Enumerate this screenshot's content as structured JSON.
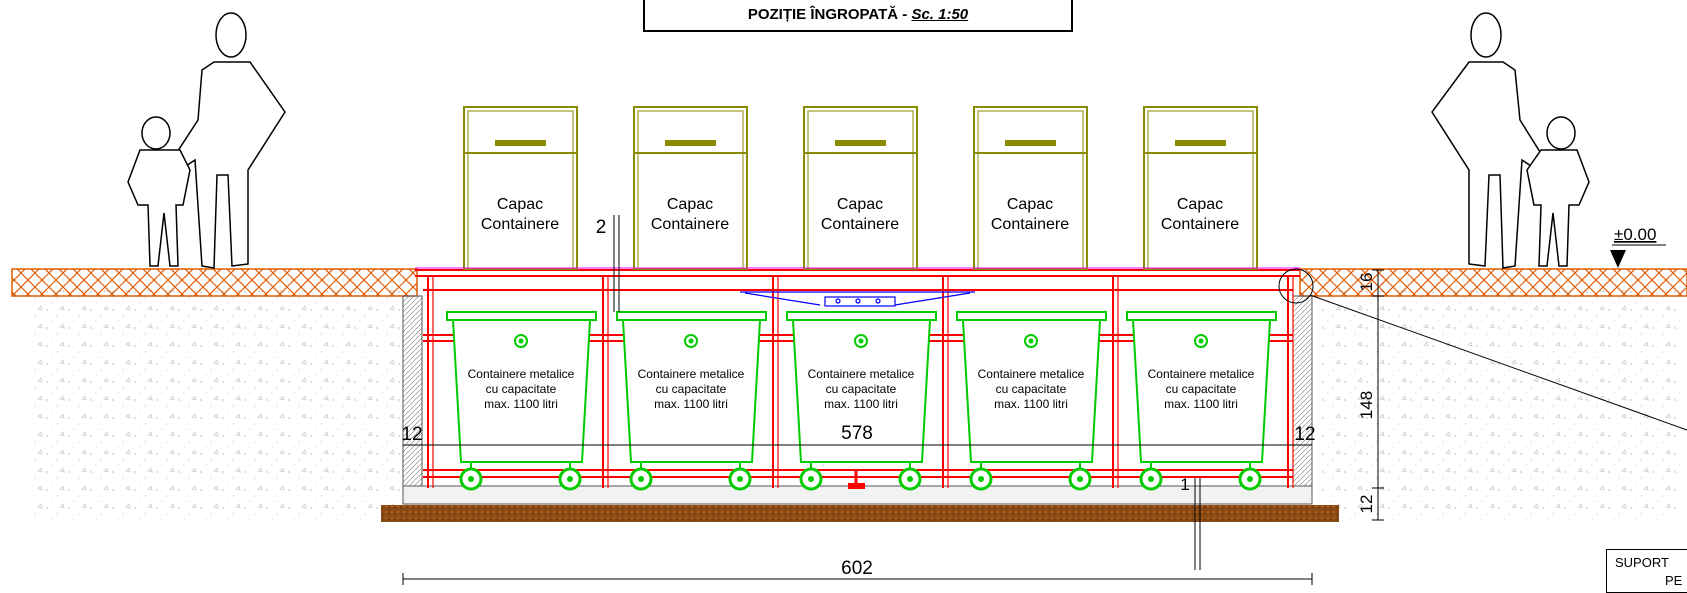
{
  "title": {
    "main": "POZIȚIE ÎNGROPATĂ - ",
    "scale": "Sc. 1:50"
  },
  "lids": {
    "label_line1": "Capac",
    "label_line2": "Containere",
    "count": 5
  },
  "containers": {
    "label_line1": "Containere metalice",
    "label_line2": "cu capacitate",
    "label_line3": "max. 1100 litri",
    "count": 5
  },
  "dimensions": {
    "lid_offset": "2",
    "wall_left": "12",
    "wall_right": "12",
    "inner_width": "578",
    "outer_width": "602",
    "top_slab": "16",
    "pit_depth": "148",
    "bottom_slab": "12",
    "gap": "1"
  },
  "level": {
    "text": "±0.00"
  },
  "detail_note": {
    "line1": "SUPORT",
    "line2": "PE"
  },
  "colors": {
    "frame": "#ff0000",
    "container": "#00cc00",
    "lid": "#8a8a00",
    "ground_hatch": "#e05a00",
    "foundation": "#8b4a14",
    "mechanism": "#0000ff"
  }
}
